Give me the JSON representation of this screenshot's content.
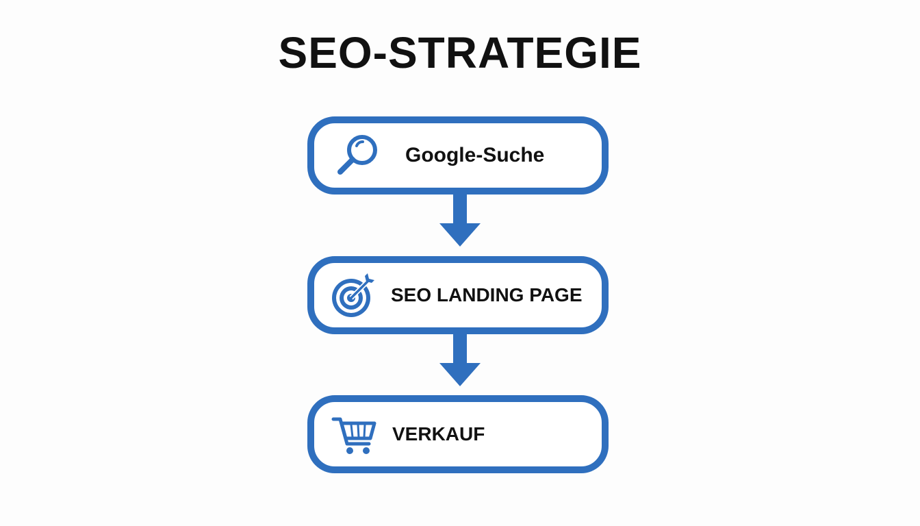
{
  "title": "SEO-STRATEGIE",
  "steps": [
    {
      "label": "Google-Suche",
      "icon": "magnifier-icon"
    },
    {
      "label": "SEO LANDING PAGE",
      "icon": "target-icon"
    },
    {
      "label": "VERKAUF",
      "icon": "shopping-cart-icon"
    }
  ],
  "colors": {
    "accent": "#2f6fbe",
    "text": "#111111",
    "background": "#ffffff"
  }
}
